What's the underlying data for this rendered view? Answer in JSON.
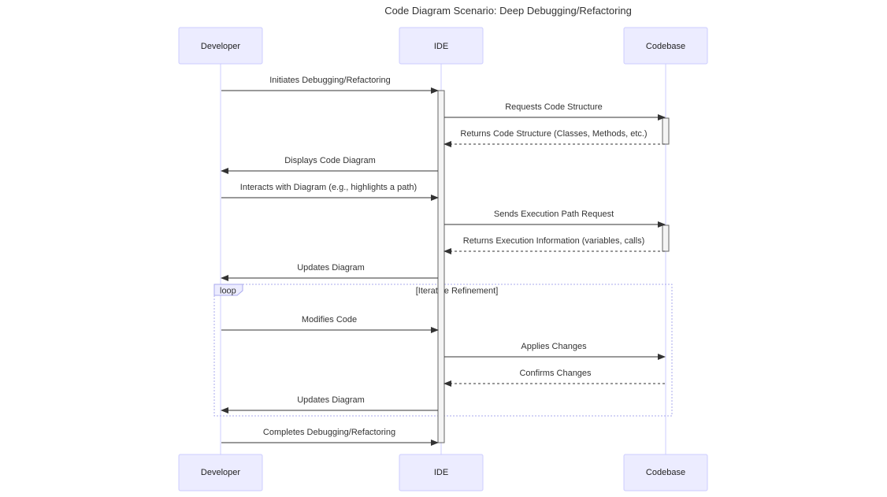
{
  "title": "Code Diagram Scenario: Deep Debugging/Refactoring",
  "colors": {
    "actor_fill": "#ECECFF",
    "actor_stroke": "#CCCCFF",
    "lifeline": "#CCCCFF",
    "arrow": "#333333",
    "activation_fill": "#F4F4F4",
    "activation_stroke": "#666666",
    "loop_border": "#AAAAEE"
  },
  "actors": [
    {
      "id": "dev",
      "label": "Developer"
    },
    {
      "id": "ide",
      "label": "IDE"
    },
    {
      "id": "code",
      "label": "Codebase"
    }
  ],
  "messages": [
    {
      "from": "dev",
      "to": "ide",
      "label": "Initiates Debugging/Refactoring",
      "style": "solid"
    },
    {
      "from": "ide",
      "to": "code",
      "label": "Requests Code Structure",
      "style": "solid"
    },
    {
      "from": "code",
      "to": "ide",
      "label": "Returns Code Structure (Classes, Methods, etc.)",
      "style": "dashed"
    },
    {
      "from": "ide",
      "to": "dev",
      "label": "Displays Code Diagram",
      "style": "solid"
    },
    {
      "from": "dev",
      "to": "ide",
      "label": "Interacts with Diagram (e.g., highlights a path)",
      "style": "solid"
    },
    {
      "from": "ide",
      "to": "code",
      "label": "Sends Execution Path Request",
      "style": "solid"
    },
    {
      "from": "code",
      "to": "ide",
      "label": "Returns Execution Information (variables, calls)",
      "style": "dashed"
    },
    {
      "from": "ide",
      "to": "dev",
      "label": "Updates Diagram",
      "style": "solid"
    },
    {
      "from": "dev",
      "to": "ide",
      "label": "Modifies Code",
      "style": "solid"
    },
    {
      "from": "ide",
      "to": "code",
      "label": "Applies Changes",
      "style": "solid"
    },
    {
      "from": "code",
      "to": "ide",
      "label": "Confirms Changes",
      "style": "dashed"
    },
    {
      "from": "ide",
      "to": "dev",
      "label": "Updates Diagram",
      "style": "solid"
    },
    {
      "from": "dev",
      "to": "ide",
      "label": "Completes Debugging/Refactoring",
      "style": "solid"
    }
  ],
  "loop": {
    "tag": "loop",
    "condition": "[Iterative Refinement]"
  }
}
